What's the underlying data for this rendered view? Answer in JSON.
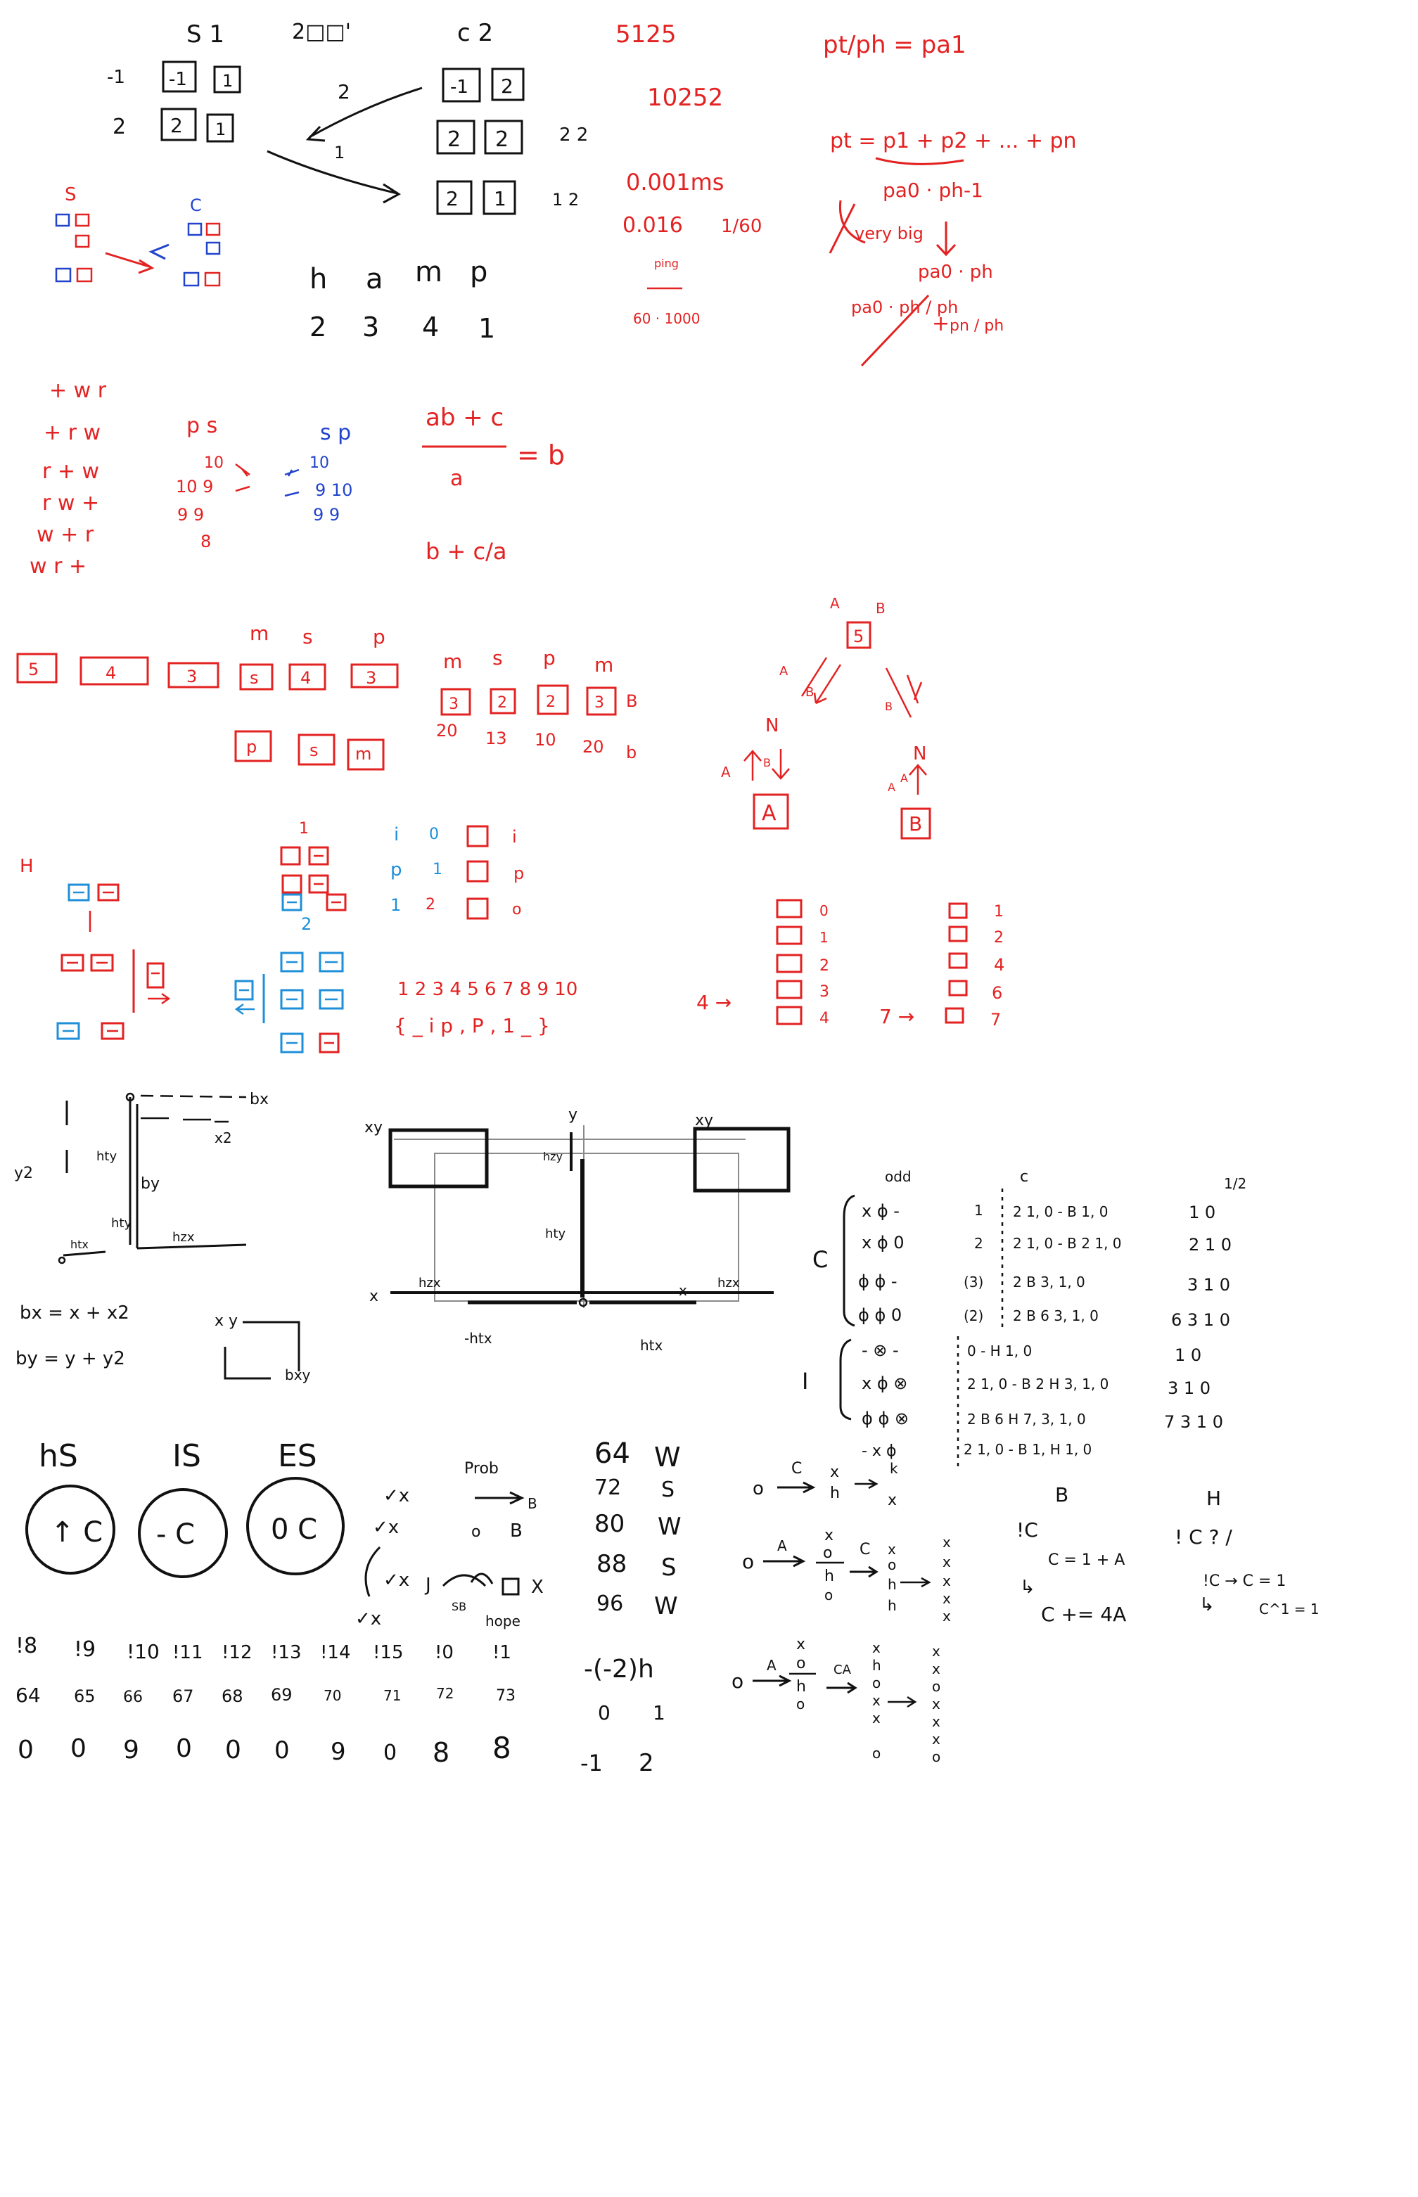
{
  "colors": {
    "ink": "#111111",
    "red": "#e32222",
    "blue": "#2244cc",
    "cyan": "#1e8fd8",
    "grey": "#8a8a8a",
    "background": "#ffffff"
  },
  "s1": {
    "title": "S 1",
    "row1_label": "-1",
    "row1_a": "-1",
    "row1_b": "1",
    "row2_label": "2",
    "row2_a": "2",
    "row2_b": "1"
  },
  "s2": {
    "title": "2□□'"
  },
  "c2": {
    "title": "c 2",
    "r1a": "-1",
    "r1b": "2",
    "r2a": "2",
    "r2b": "2",
    "r2_label": "2 2",
    "r3a": "2",
    "r3b": "1",
    "r3_label": "1 2",
    "arrow1": "2",
    "arrow2": "1"
  },
  "hamp": {
    "letters": [
      "h",
      "a",
      "m",
      "p"
    ],
    "numbers": [
      "2",
      "3",
      "4",
      "1"
    ]
  },
  "sc": {
    "s": "S",
    "c": "C"
  },
  "nums_top": {
    "n1": "5125",
    "n2": "10252",
    "n3": "0.001ms",
    "n4": "0.016",
    "n5": "1/60",
    "n6": "ping",
    "n7": "60 · 1000"
  },
  "pt": {
    "f1": "pt/ph = pa1",
    "f2": "pt = p1 + p2 + ... + pn",
    "f3": "pa0 · ph-1",
    "f4": "very big",
    "f5": "pa0 · ph",
    "f6": "pa0 · ph / ph",
    "f7": "+",
    "f8": "pn / ph"
  },
  "twr": [
    "+ w r",
    "+ r w",
    "r + w",
    "r w +",
    "w + r",
    "w r +"
  ],
  "ps": {
    "t1": "p s",
    "a": [
      "10",
      "10 9",
      "9 9",
      "8"
    ],
    "t2": "s p",
    "b": [
      "10",
      "9 10",
      "9 9"
    ]
  },
  "ab": {
    "f1": "ab + c",
    "f2": "a",
    "f3": "= b",
    "f4": "b + c/a"
  },
  "boxrow": {
    "boxes": [
      "5",
      "4",
      "3",
      "s",
      "4",
      "3"
    ],
    "labels": [
      "m",
      "s",
      "p"
    ],
    "bottom": [
      "p",
      "s",
      "m"
    ]
  },
  "msp": {
    "labels": [
      "m",
      "s",
      "p",
      "m"
    ],
    "vals": [
      "3",
      "2",
      "2",
      "3"
    ],
    "b": "B",
    "nums": [
      "20",
      "13",
      "10",
      "20"
    ],
    "b2": "b"
  },
  "tree": {
    "a": "A",
    "b": "B",
    "top": "5",
    "n": "N",
    "bl": "A",
    "br": "B",
    "small": [
      "A",
      "B"
    ]
  },
  "h_diagram": {
    "h": "H",
    "one": "1",
    "two": "2"
  },
  "ipo": {
    "rows": [
      [
        "i",
        "0",
        "i"
      ],
      [
        "p",
        "1",
        "p"
      ],
      [
        "1",
        "2",
        "o"
      ]
    ],
    "seq": "1 2 3 4 5 6 7 8 9 10",
    "seq2": "{ _ i p , P , 1 _ }"
  },
  "list5": {
    "nums": [
      "0",
      "1",
      "2",
      "3",
      "4"
    ],
    "arrow": "4 →"
  },
  "list7": {
    "nums": [
      "1",
      "2",
      "4",
      "6",
      "7"
    ],
    "arrow": "7 →"
  },
  "bx": {
    "bx": "bx",
    "x2": "x2",
    "y2": "y2",
    "hty": "hty",
    "by": "by",
    "htx": "htx",
    "hzx": "hzx",
    "f1": "bx = x + x2",
    "f2": "by = y + y2",
    "xy": "x y",
    "bxy": "bxy"
  },
  "frame": {
    "xy1": "xy",
    "y": "y",
    "xy2": "xy",
    "hzy": "hzy",
    "hty": "hty",
    "x1": "x",
    "x2": "x",
    "hzx1": "hzx",
    "hzx2": "hzx",
    "nhtx": "-htx",
    "htx": "htx"
  },
  "table_c": {
    "c_label": "C",
    "i_label": "I",
    "h_odd": "odd",
    "h_c": "c",
    "h_half": "1/2",
    "rows": [
      [
        "x ϕ -",
        "1",
        "2 1, 0 - B 1, 0",
        "1 0"
      ],
      [
        "x ϕ 0",
        "2",
        "2 1, 0 - B 2 1, 0",
        "2 1 0"
      ],
      [
        "ϕ ϕ -",
        "(3)",
        "2 B 3, 1, 0",
        "3 1 0"
      ],
      [
        "ϕ ϕ 0",
        "(2)",
        "2 B 6 3, 1, 0",
        "6 3 1 0"
      ]
    ],
    "irows": [
      [
        "- ⊗ -",
        "0 - H 1, 0",
        "1 0"
      ],
      [
        "x ϕ ⊗",
        "2 1, 0 - B 2 H 3, 1, 0",
        "3 1 0"
      ],
      [
        "ϕ ϕ ⊗",
        "2 B 6 H 7, 3, 1, 0",
        "7 3 1 0"
      ],
      [
        "- x ϕ",
        "2 1, 0 - B 1, H 1, 0",
        ""
      ]
    ]
  },
  "nse": {
    "labels": [
      "hS",
      "IS",
      "ES"
    ],
    "circles": [
      "↑ C",
      "- C",
      "0 C"
    ]
  },
  "prob": {
    "t": "Prob",
    "b": "B",
    "o": "o",
    "b2": "B",
    "marks": [
      "✓x",
      "✓x",
      "✓x",
      "✓x"
    ],
    "jump": "J",
    "sb": "SB",
    "hope": "hope",
    "x": "X"
  },
  "wins": {
    "rows": [
      [
        "64",
        "W"
      ],
      [
        "72",
        "S"
      ],
      [
        "80",
        "W"
      ],
      [
        "88",
        "S"
      ],
      [
        "96",
        "W"
      ]
    ]
  },
  "factorial": {
    "top": [
      "!8",
      "!9",
      "!10",
      "!11",
      "!12",
      "!13",
      "!14",
      "!15",
      "!0",
      "!1"
    ],
    "mid": [
      "64",
      "65",
      "66",
      "67",
      "68",
      "69",
      "70",
      "71",
      "72",
      "73"
    ],
    "bot": [
      "0",
      "0",
      "9",
      "0",
      "0",
      "0",
      "9",
      "0",
      "8",
      "8"
    ]
  },
  "neg": {
    "f": "-(-2)h",
    "a": [
      "0",
      "1"
    ],
    "b": [
      "-1",
      "2"
    ]
  },
  "ch": {
    "c": "C",
    "x": "x",
    "h": "h",
    "o": "o",
    "a": "A",
    "ca": "CA",
    "k": "k",
    "b": "B",
    "hh": "H",
    "b1": "!C",
    "b2": "C = 1 + A",
    "b3": "C += 4A",
    "h1": "! C ? /",
    "h2": "!C → C = 1",
    "h3": "C^1 = 1"
  }
}
